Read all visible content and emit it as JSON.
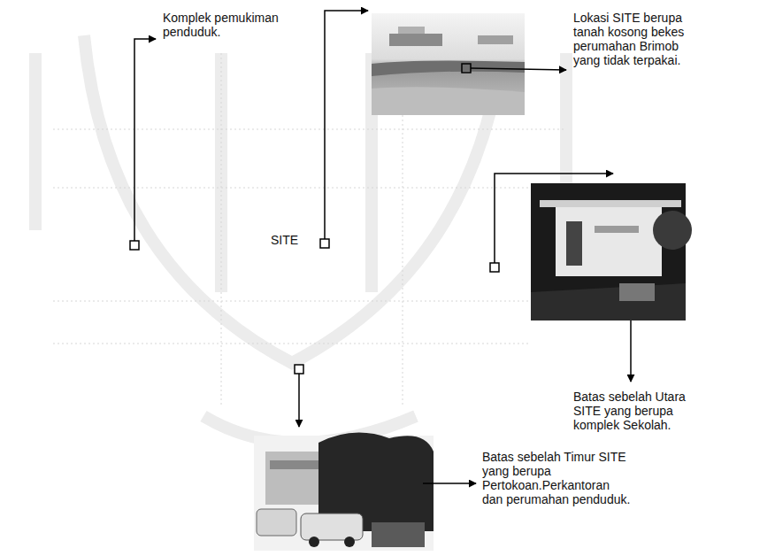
{
  "diagram": {
    "labels": [
      "Komplek pemukiman penduduk.",
      "Lokasi SITE berupa tanah kosong bekes perumahan Brimob yang tidak terpakai.",
      "SITE",
      "Batas sebelah Utara SITE yang berupa komplek Sekolah.",
      "Batas sebelah Timur SITE yang berupa Pertokoan.Perkantoran dan perumahan penduduk."
    ]
  }
}
